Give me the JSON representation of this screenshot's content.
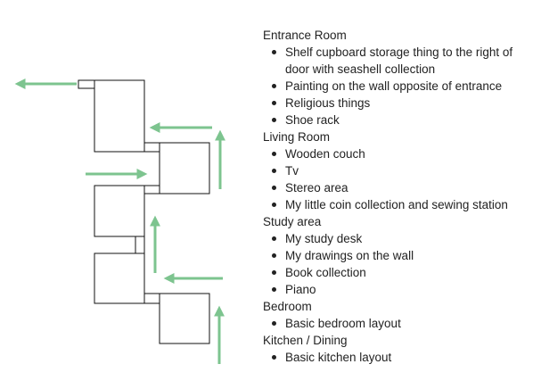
{
  "colors": {
    "arrow": "#7dc48f",
    "outline": "#111111",
    "text": "#222222"
  },
  "rooms": [
    {
      "heading": "Entrance Room",
      "items": [
        "Shelf cupboard storage thing to the right of door with seashell collection",
        "Painting on the wall opposite of entrance",
        "Religious things",
        "Shoe rack"
      ]
    },
    {
      "heading": "Living Room",
      "items": [
        "Wooden couch",
        "Tv",
        "Stereo area",
        "My little coin collection and sewing station"
      ]
    },
    {
      "heading": "Study area",
      "items": [
        "My study desk",
        "My drawings on the wall",
        "Book collection",
        "Piano"
      ]
    },
    {
      "heading": "Bedroom",
      "items": [
        "Basic bedroom layout"
      ]
    },
    {
      "heading": "Kitchen / Dining",
      "items": [
        "Basic kitchen layout"
      ]
    }
  ]
}
